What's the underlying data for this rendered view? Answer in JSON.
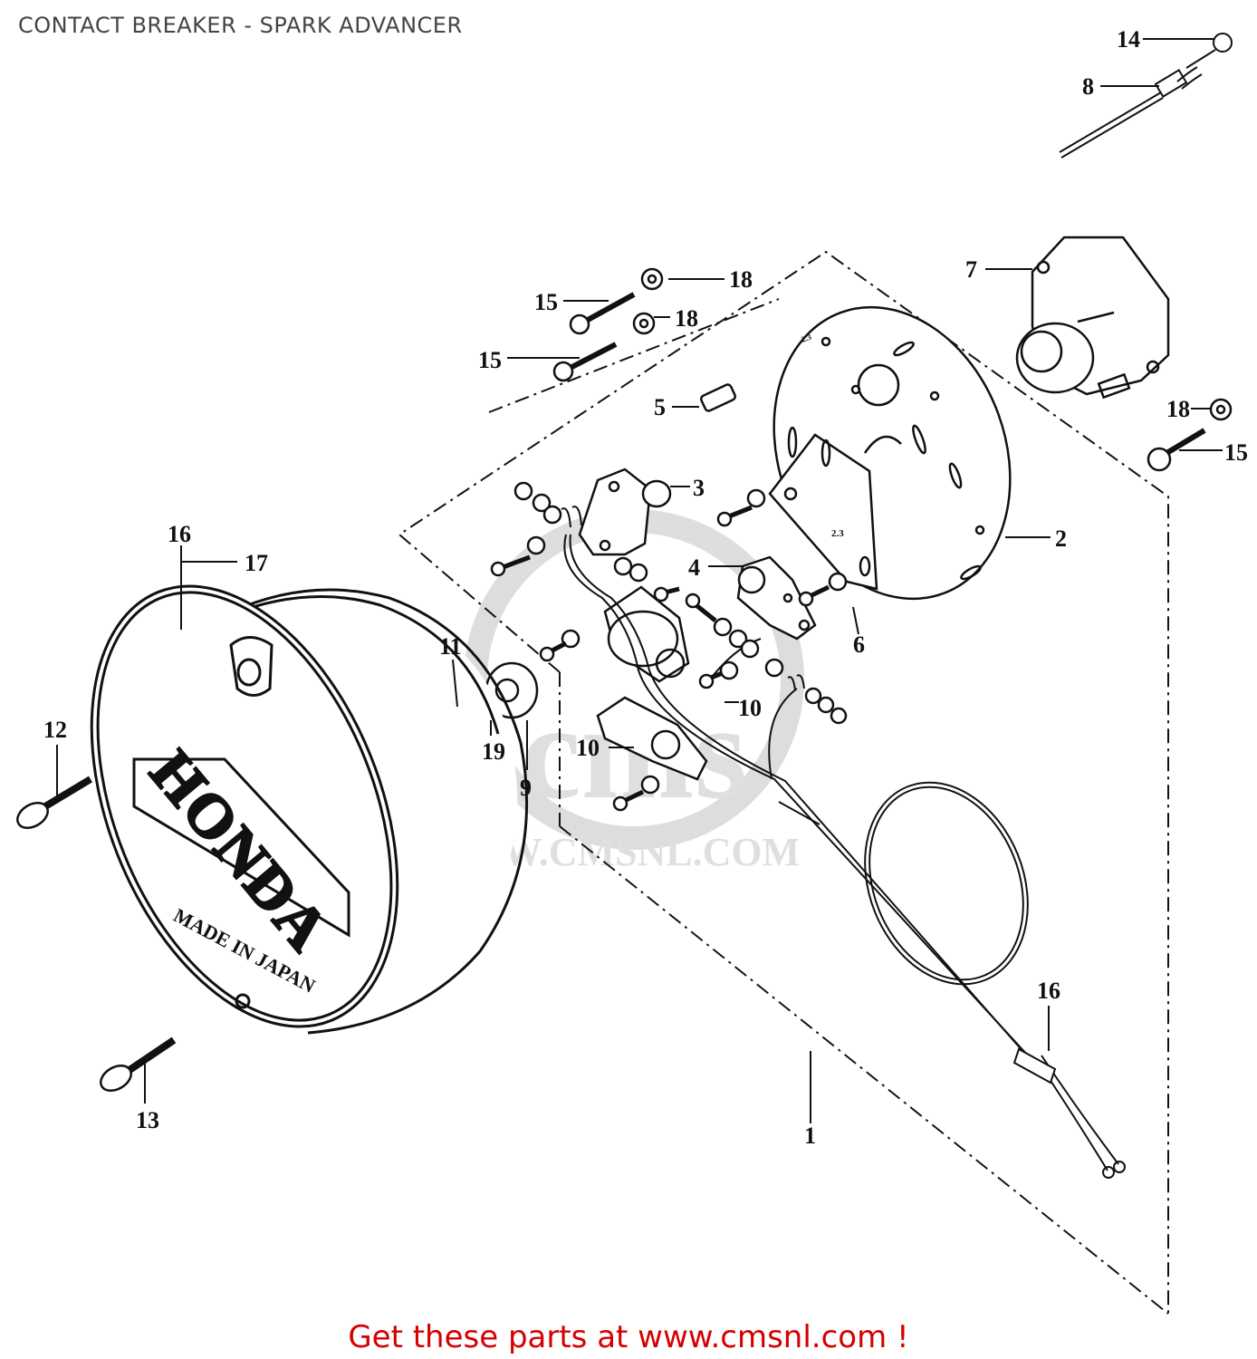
{
  "page": {
    "title": "CONTACT BREAKER - SPARK ADVANCER",
    "footer_cta": "Get these parts at www.cmsnl.com !",
    "accent_color": "#d50000"
  },
  "watermark": {
    "url": "WWW.CMSNL.COM",
    "brand": "cms"
  },
  "cover": {
    "logo": "HONDA",
    "stamp": "MADE IN JAPAN"
  },
  "plate_marks": {
    "a": "2.3",
    "b": "2.3"
  },
  "callouts": [
    {
      "id": "c1",
      "label": "1"
    },
    {
      "id": "c2",
      "label": "2"
    },
    {
      "id": "c3",
      "label": "3"
    },
    {
      "id": "c4",
      "label": "4"
    },
    {
      "id": "c5",
      "label": "5"
    },
    {
      "id": "c6",
      "label": "6"
    },
    {
      "id": "c7",
      "label": "7"
    },
    {
      "id": "c8",
      "label": "8"
    },
    {
      "id": "c9",
      "label": "9"
    },
    {
      "id": "c10a",
      "label": "10"
    },
    {
      "id": "c10b",
      "label": "10"
    },
    {
      "id": "c11",
      "label": "11"
    },
    {
      "id": "c12",
      "label": "12"
    },
    {
      "id": "c13",
      "label": "13"
    },
    {
      "id": "c14",
      "label": "14"
    },
    {
      "id": "c15a",
      "label": "15"
    },
    {
      "id": "c15b",
      "label": "15"
    },
    {
      "id": "c15c",
      "label": "15"
    },
    {
      "id": "c16a",
      "label": "16"
    },
    {
      "id": "c16b",
      "label": "16"
    },
    {
      "id": "c17",
      "label": "17"
    },
    {
      "id": "c18a",
      "label": "18"
    },
    {
      "id": "c18b",
      "label": "18"
    },
    {
      "id": "c18c",
      "label": "18"
    },
    {
      "id": "c19",
      "label": "19"
    }
  ]
}
